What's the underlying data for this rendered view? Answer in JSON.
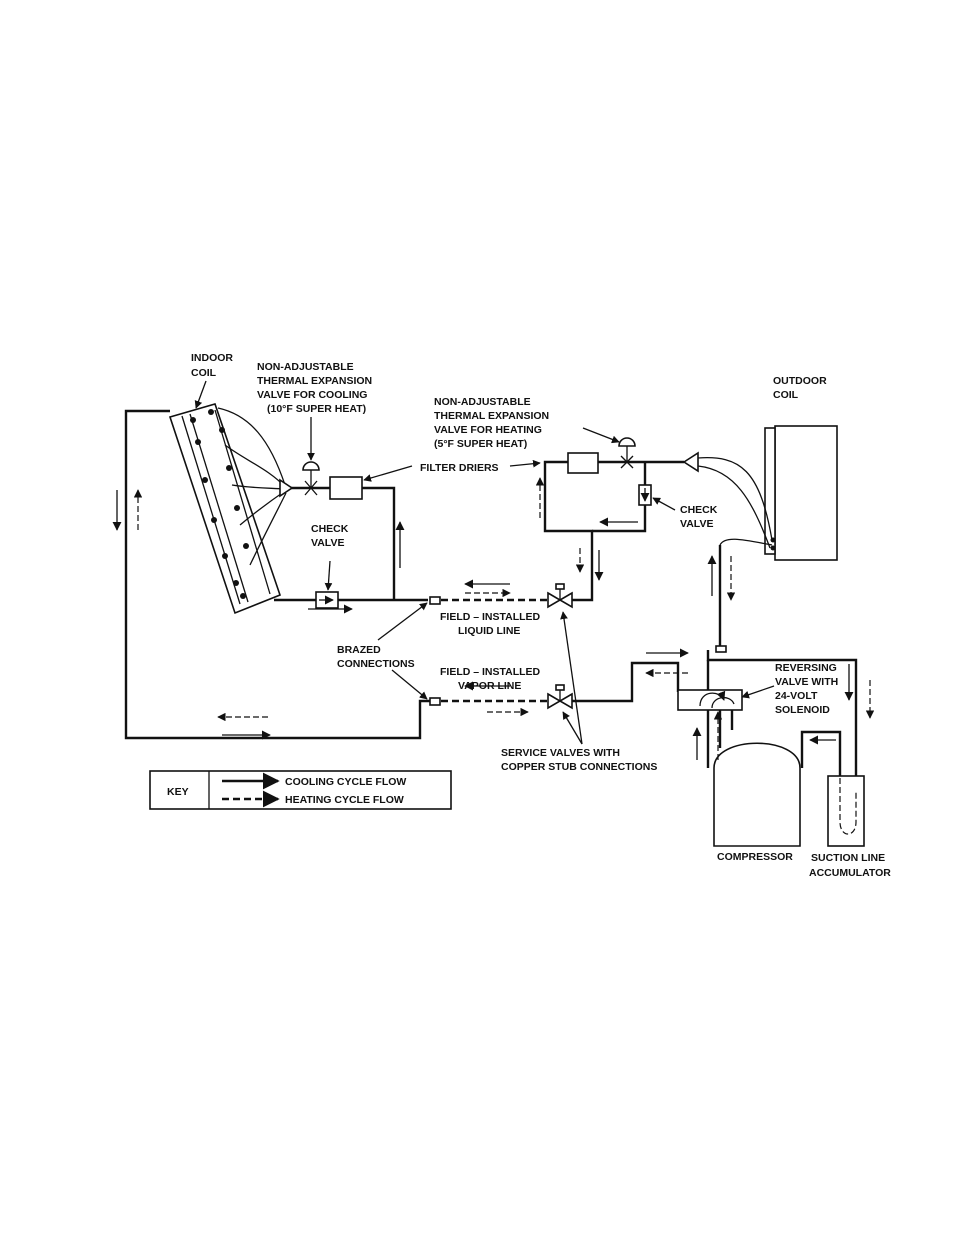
{
  "labels": {
    "indoor_coil": [
      "INDOOR",
      "COIL"
    ],
    "txv_cooling": [
      "NON-ADJUSTABLE",
      "THERMAL EXPANSION",
      "VALVE FOR COOLING",
      "(10°F SUPER HEAT)"
    ],
    "txv_heating": [
      "NON-ADJUSTABLE",
      "THERMAL EXPANSION",
      "VALVE FOR HEATING",
      "(5°F SUPER HEAT)"
    ],
    "outdoor_coil": [
      "OUTDOOR",
      "COIL"
    ],
    "filter_driers": "FILTER DRIERS",
    "check_valve_left": [
      "CHECK",
      "VALVE"
    ],
    "check_valve_right": [
      "CHECK",
      "VALVE"
    ],
    "brazed_connections": [
      "BRAZED",
      "CONNECTIONS"
    ],
    "liquid_line": [
      "FIELD – INSTALLED",
      "LIQUID LINE"
    ],
    "vapor_line": [
      "FIELD – INSTALLED",
      "VAPOR LINE"
    ],
    "reversing_valve": [
      "REVERSING",
      "VALVE WITH",
      "24-VOLT",
      "SOLENOID"
    ],
    "service_valves": [
      "SERVICE VALVES WITH",
      "COPPER STUB CONNECTIONS"
    ],
    "compressor": "COMPRESSOR",
    "accumulator": [
      "SUCTION LINE",
      "ACCUMULATOR"
    ]
  },
  "key": {
    "title": "KEY",
    "cooling": "COOLING CYCLE FLOW",
    "heating": "HEATING CYCLE FLOW"
  },
  "colors": {
    "line": "#111111",
    "background": "#ffffff"
  }
}
